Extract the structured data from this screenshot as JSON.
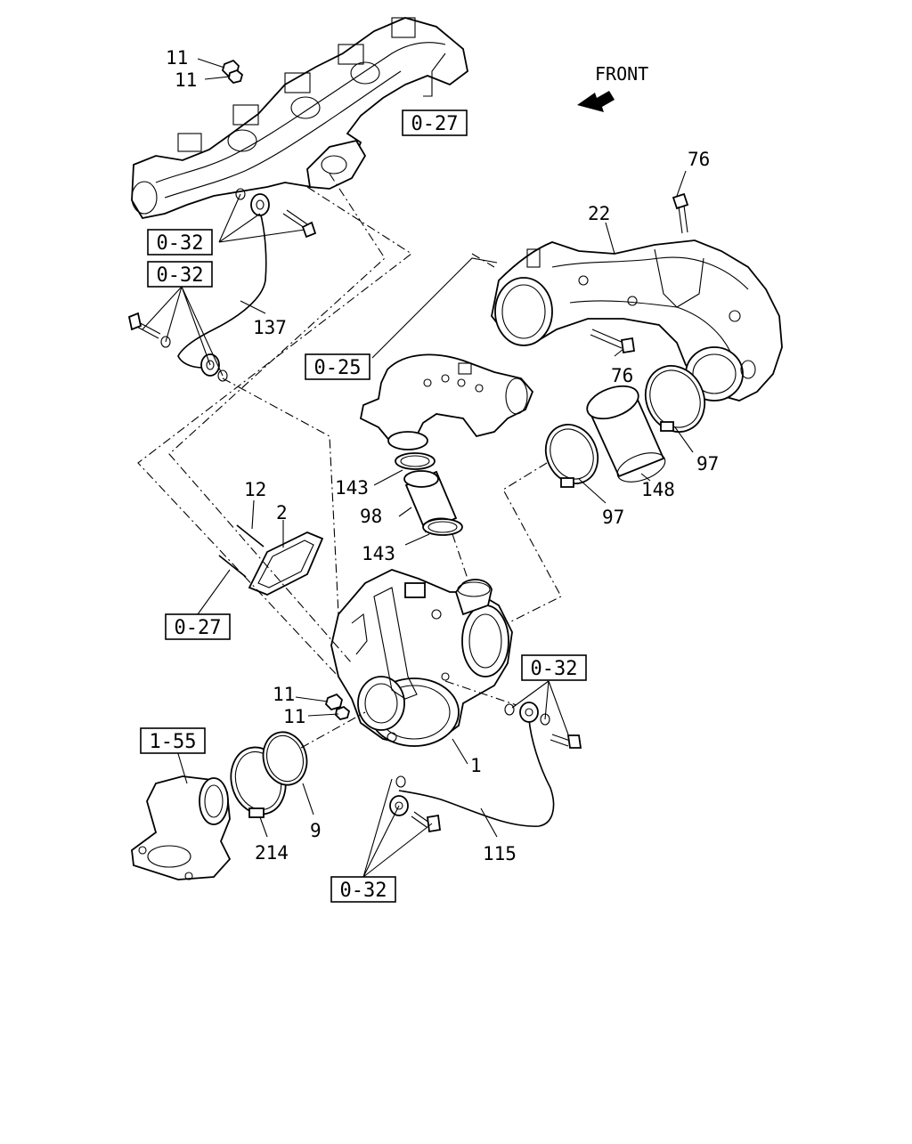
{
  "front_label": "FRONT",
  "callouts": {
    "c11a": "11",
    "c11b": "11",
    "c11c": "11",
    "c11d": "11",
    "c76a": "76",
    "c76b": "76",
    "c22": "22",
    "c137": "137",
    "c12": "12",
    "c2": "2",
    "c143a": "143",
    "c143b": "143",
    "c98": "98",
    "c97a": "97",
    "c97b": "97",
    "c148": "148",
    "c1": "1",
    "c9": "9",
    "c214": "214",
    "c115": "115"
  },
  "refs": {
    "r027a": "0-27",
    "r032a": "0-32",
    "r032b": "0-32",
    "r025": "0-25",
    "r027b": "0-27",
    "r032c": "0-32",
    "r155": "1-55",
    "r032d": "0-32"
  }
}
